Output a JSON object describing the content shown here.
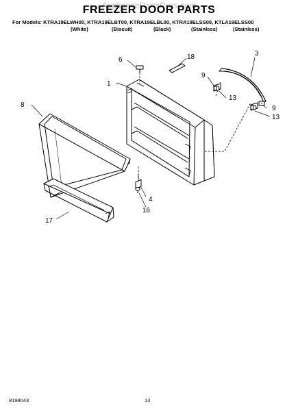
{
  "watermark": "AppliancePartsPros.com",
  "title": "FREEZER DOOR PARTS",
  "models_line": "For Models: KTRA19ELWH00, KTRA19ELBT00, KTRA19ELBL00, KTRA19ELSS00, KTLA19ELSS00",
  "colors": [
    "(White)",
    "(Biscuit)",
    "(Black)",
    "(Stainless)",
    "(Stainless)"
  ],
  "callouts": {
    "door": "1",
    "handle": "3",
    "hinge_pin": "4",
    "screw_top": "6",
    "gasket": "8",
    "handle_screw_left": "9",
    "handle_screw_right": "9",
    "handle_mount_left": "13",
    "handle_mount_right": "13",
    "hinge_screw": "16",
    "shelf": "17",
    "nameplate": "18"
  },
  "footer": {
    "doc_number": "8198043",
    "page_number": "13"
  }
}
